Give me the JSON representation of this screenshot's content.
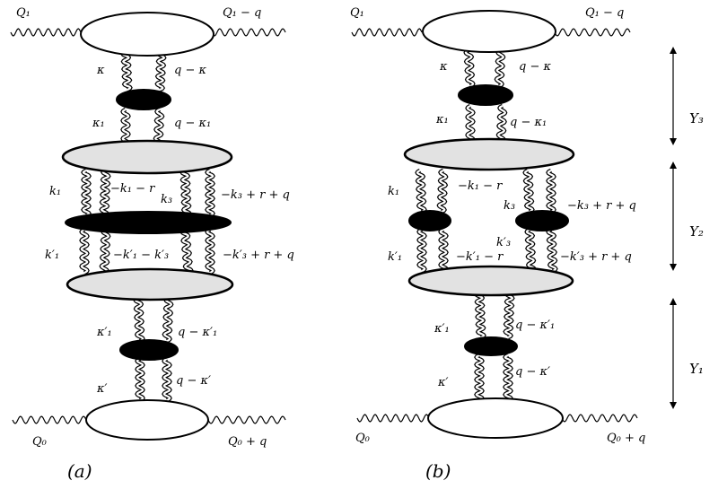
{
  "colors": {
    "line": "#000000",
    "blob_dark": "#000000",
    "blob_grey": "#e2e2e2",
    "blob_white": "#ffffff"
  },
  "diagram_a": {
    "caption": "(a)",
    "q1_left": "Q₁",
    "q1_right": "Q₁ − q",
    "q0_left": "Q₀",
    "q0_right": "Q₀ + q",
    "kappa": "κ",
    "q_minus_kappa": "q − κ",
    "kappa1": "κ₁",
    "q_minus_kappa1": "q − κ₁",
    "k1": "k₁",
    "minus_k1_minus_r": "−k₁ − r",
    "k3": "k₃",
    "minus_k3_plus_r_plus_q": "−k₃ + r + q",
    "k1_prime": "k′₁",
    "minus_k1p_minus_k3p": "−k′₁ − k′₃",
    "minus_k3p_plus_r_plus_q": "−k′₃ + r + q",
    "kappa1_prime": "κ′₁",
    "q_minus_kappa1_prime": "q − κ′₁",
    "kappa_prime": "κ′",
    "q_minus_kappa_prime": "q − κ′"
  },
  "diagram_b": {
    "caption": "(b)",
    "q1_left": "Q₁",
    "q1_right": "Q₁ − q",
    "q0_left": "Q₀",
    "q0_right": "Q₀ + q",
    "kappa": "κ",
    "q_minus_kappa": "q − κ",
    "kappa1": "κ₁",
    "q_minus_kappa1": "q − κ₁",
    "k1": "k₁",
    "minus_k1_minus_r": "−k₁ − r",
    "k3": "k₃",
    "minus_k3_plus_r_plus_q": "−k₃ + r + q",
    "k1_prime": "k′₁",
    "minus_k1p_minus_r": "−k′₁ − r",
    "k3_prime": "k′₃",
    "minus_k3p_plus_r_plus_q": "−k′₃ + r + q",
    "kappa1_prime": "κ′₁",
    "q_minus_kappa1_prime": "q − κ′₁",
    "kappa_prime": "κ′",
    "q_minus_kappa_prime": "q − κ′",
    "rapidity_labels": [
      "Y₃",
      "Y₂",
      "Y₁"
    ]
  }
}
